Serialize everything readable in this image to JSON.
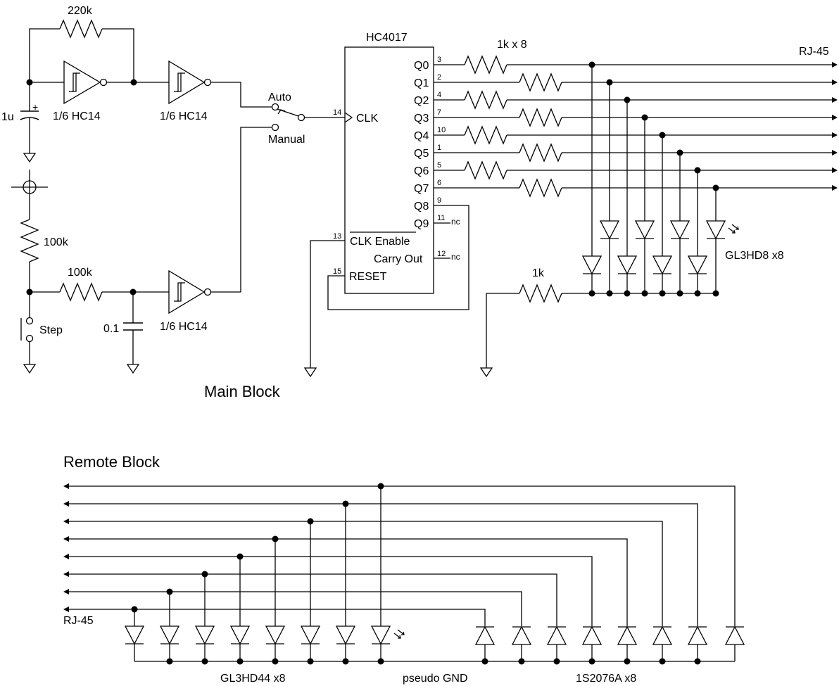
{
  "main_block": {
    "title": "Main Block",
    "oscillator": {
      "feedback_resistor": "220k",
      "capacitor": "1u",
      "capacitor_polarity": "+",
      "inverter1": "1/6 HC14",
      "inverter2": "1/6 HC14"
    },
    "switch": {
      "auto_label": "Auto",
      "manual_label": "Manual"
    },
    "debounce": {
      "pullup_resistor": "100k",
      "series_resistor": "100k",
      "capacitor": "0.1",
      "button_label": "Step",
      "inverter": "1/6 HC14"
    },
    "counter": {
      "name": "HC4017",
      "outputs": [
        "Q0",
        "Q1",
        "Q2",
        "Q3",
        "Q4",
        "Q5",
        "Q6",
        "Q7",
        "Q8",
        "Q9"
      ],
      "output_pins": [
        "3",
        "2",
        "4",
        "7",
        "10",
        "1",
        "5",
        "6",
        "9",
        "11"
      ],
      "q9_nc": "nc",
      "clk_label": "CLK",
      "clk_pin": "14",
      "clk_enable_label": "CLK Enable",
      "clk_enable_pin": "13",
      "carry_out_label": "Carry Out",
      "carry_out_pin": "12",
      "carry_out_nc": "nc",
      "reset_label": "RESET",
      "reset_pin": "15"
    },
    "output_resistors": "1k x 8",
    "connector": "RJ-45",
    "led_array": "GL3HD8 x8",
    "led_resistor": "1k"
  },
  "remote_block": {
    "title": "Remote Block",
    "connector": "RJ-45",
    "led_array": "GL3HD44 x8",
    "common_label": "pseudo GND",
    "diode_array": "1S2076A x8"
  }
}
